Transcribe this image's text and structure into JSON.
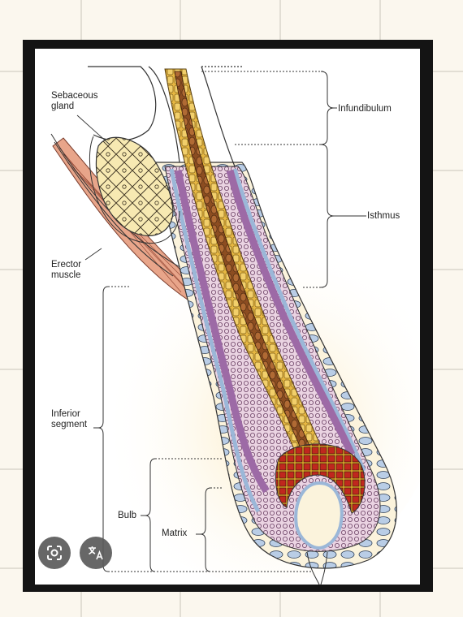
{
  "labels": {
    "sebaceous_gland": [
      "Sebaceous",
      "gland"
    ],
    "infundibulum": "Infundibulum",
    "isthmus": "Isthmus",
    "erector_muscle": [
      "Erector",
      "muscle"
    ],
    "inferior_segment": [
      "Inferior",
      "segment"
    ],
    "bulb": "Bulb",
    "matrix": "Matrix"
  },
  "buttons": {
    "lens_icon": "google-lens-icon",
    "translate_icon": "translate-icon"
  },
  "colors": {
    "background": "#fbf7ee",
    "frame": "#141414",
    "gland": "#f7e9b2",
    "muscle": "#e8a58a",
    "hair_shaft": "#e6b742",
    "inner_sheath": "#9d6aa6",
    "outer_sheath": "#d7c1cf",
    "basement": "#9bb7d8",
    "matrix_red": "#c0271e"
  }
}
